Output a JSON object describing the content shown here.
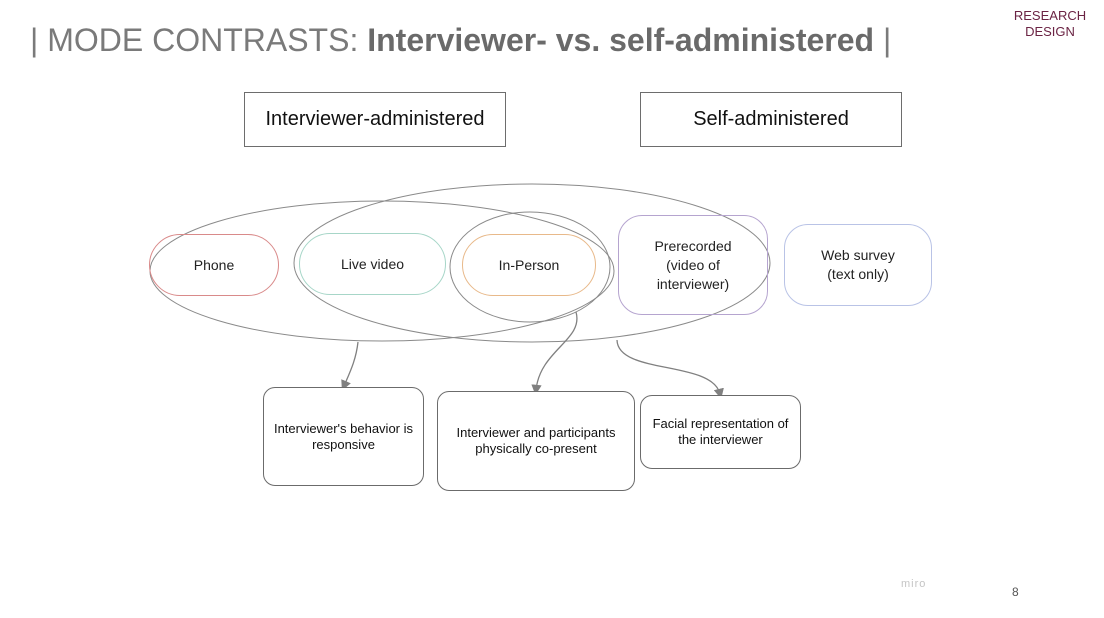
{
  "header": {
    "title_prefix": "| MODE CONTRASTS: ",
    "title_bold": "Interviewer- vs. self-administered",
    "title_suffix": " |",
    "corner_label": "RESEARCH DESIGN"
  },
  "categories": {
    "interviewer": "Interviewer-administered",
    "self": "Self-administered"
  },
  "modes": {
    "phone": "Phone",
    "live_video": "Live video",
    "in_person": "In-Person",
    "prerecorded": [
      "Prerecorded",
      "(video of",
      "interviewer)"
    ],
    "web_survey": [
      "Web survey",
      "(text only)"
    ]
  },
  "features": {
    "responsive": "Interviewer's behavior is responsive",
    "copresent": "Interviewer and participants physically co-present",
    "facial": "Facial representation of the interviewer"
  },
  "colors": {
    "phone": "#d98a8a",
    "live_video": "#a7d6c8",
    "in_person": "#e8b98a",
    "prerecorded": "#b5a4cf",
    "web_survey": "#b9c3e6",
    "ellipse": "#8a8a8a",
    "arrow": "#808080"
  },
  "footer": {
    "watermark": "miro",
    "page_number": "8"
  }
}
